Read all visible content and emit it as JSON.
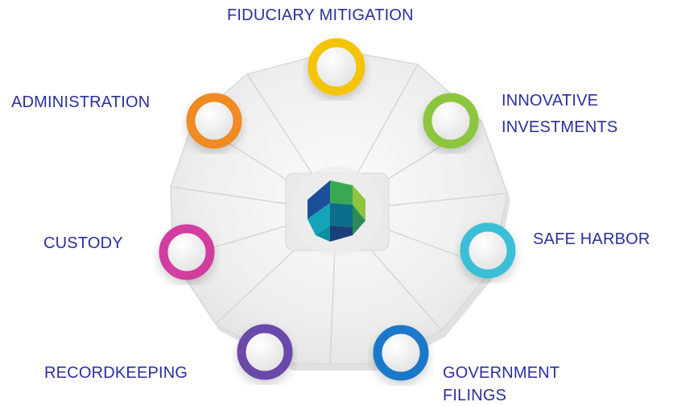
{
  "colors": {
    "label_text": "#2b2f9c",
    "plate_light": "#f1f1f1",
    "plate_shadow": "#c9c9c9",
    "fiduciary_ring": "#f5c400",
    "innovative_ring": "#8cc63f",
    "safe_harbor_ring": "#3bbfd6",
    "government_ring": "#1f78c8",
    "recordkeeping_ring": "#6a4aa8",
    "custody_ring": "#d23ea0",
    "administration_ring": "#f08a24",
    "logo_dark_blue": "#1b4f9c",
    "logo_teal": "#14a3b8",
    "logo_green": "#3aa853",
    "logo_light_green": "#8cc63f"
  },
  "nodes": {
    "fiduciary": {
      "label": "FIDUCIARY MITIGATION",
      "icon": "yellow-ring-icon"
    },
    "innovative": {
      "label_line1": "INNOVATIVE",
      "label_line2": "INVESTMENTS",
      "icon": "green-ring-icon"
    },
    "safe_harbor": {
      "label": "SAFE HARBOR",
      "icon": "cyan-ring-icon"
    },
    "government": {
      "label_line1": "GOVERNMENT",
      "label_line2": "FILINGS",
      "icon": "blue-ring-icon"
    },
    "recordkeeping": {
      "label": "RECORDKEEPING",
      "icon": "purple-ring-icon"
    },
    "custody": {
      "label": "CUSTODY",
      "icon": "magenta-ring-icon"
    },
    "administration": {
      "label": "ADMINISTRATION",
      "icon": "orange-ring-icon"
    }
  },
  "center": {
    "icon": "company-logo-icon"
  }
}
